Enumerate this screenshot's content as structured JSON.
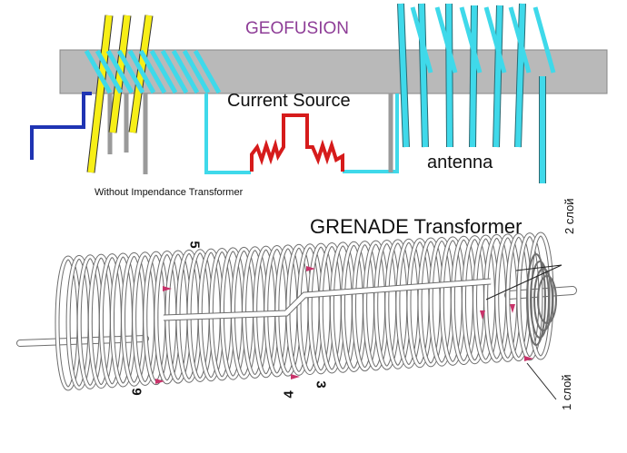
{
  "labels": {
    "geofusion": "GEOFUSION",
    "current_source": "Current Source",
    "antenna": "antenna",
    "without_transformer": "Without Impendance Transformer",
    "grenade": "GRENADE Transformer",
    "layer2": "2 слой",
    "layer1": "1 слой"
  },
  "winding_numbers": {
    "n5": "5",
    "n6": "6",
    "n4": "4",
    "n3": "3"
  },
  "colors": {
    "rod": "#b5b5b5",
    "yellow_coil": "#f7ef17",
    "cyan_coil": "#3fd9ea",
    "red_source": "#d61b1b",
    "blue_lead": "#1f34b3",
    "title": "#8e3d97",
    "wire_outline": "#6e6e6e",
    "arrow": "#c8336a"
  }
}
